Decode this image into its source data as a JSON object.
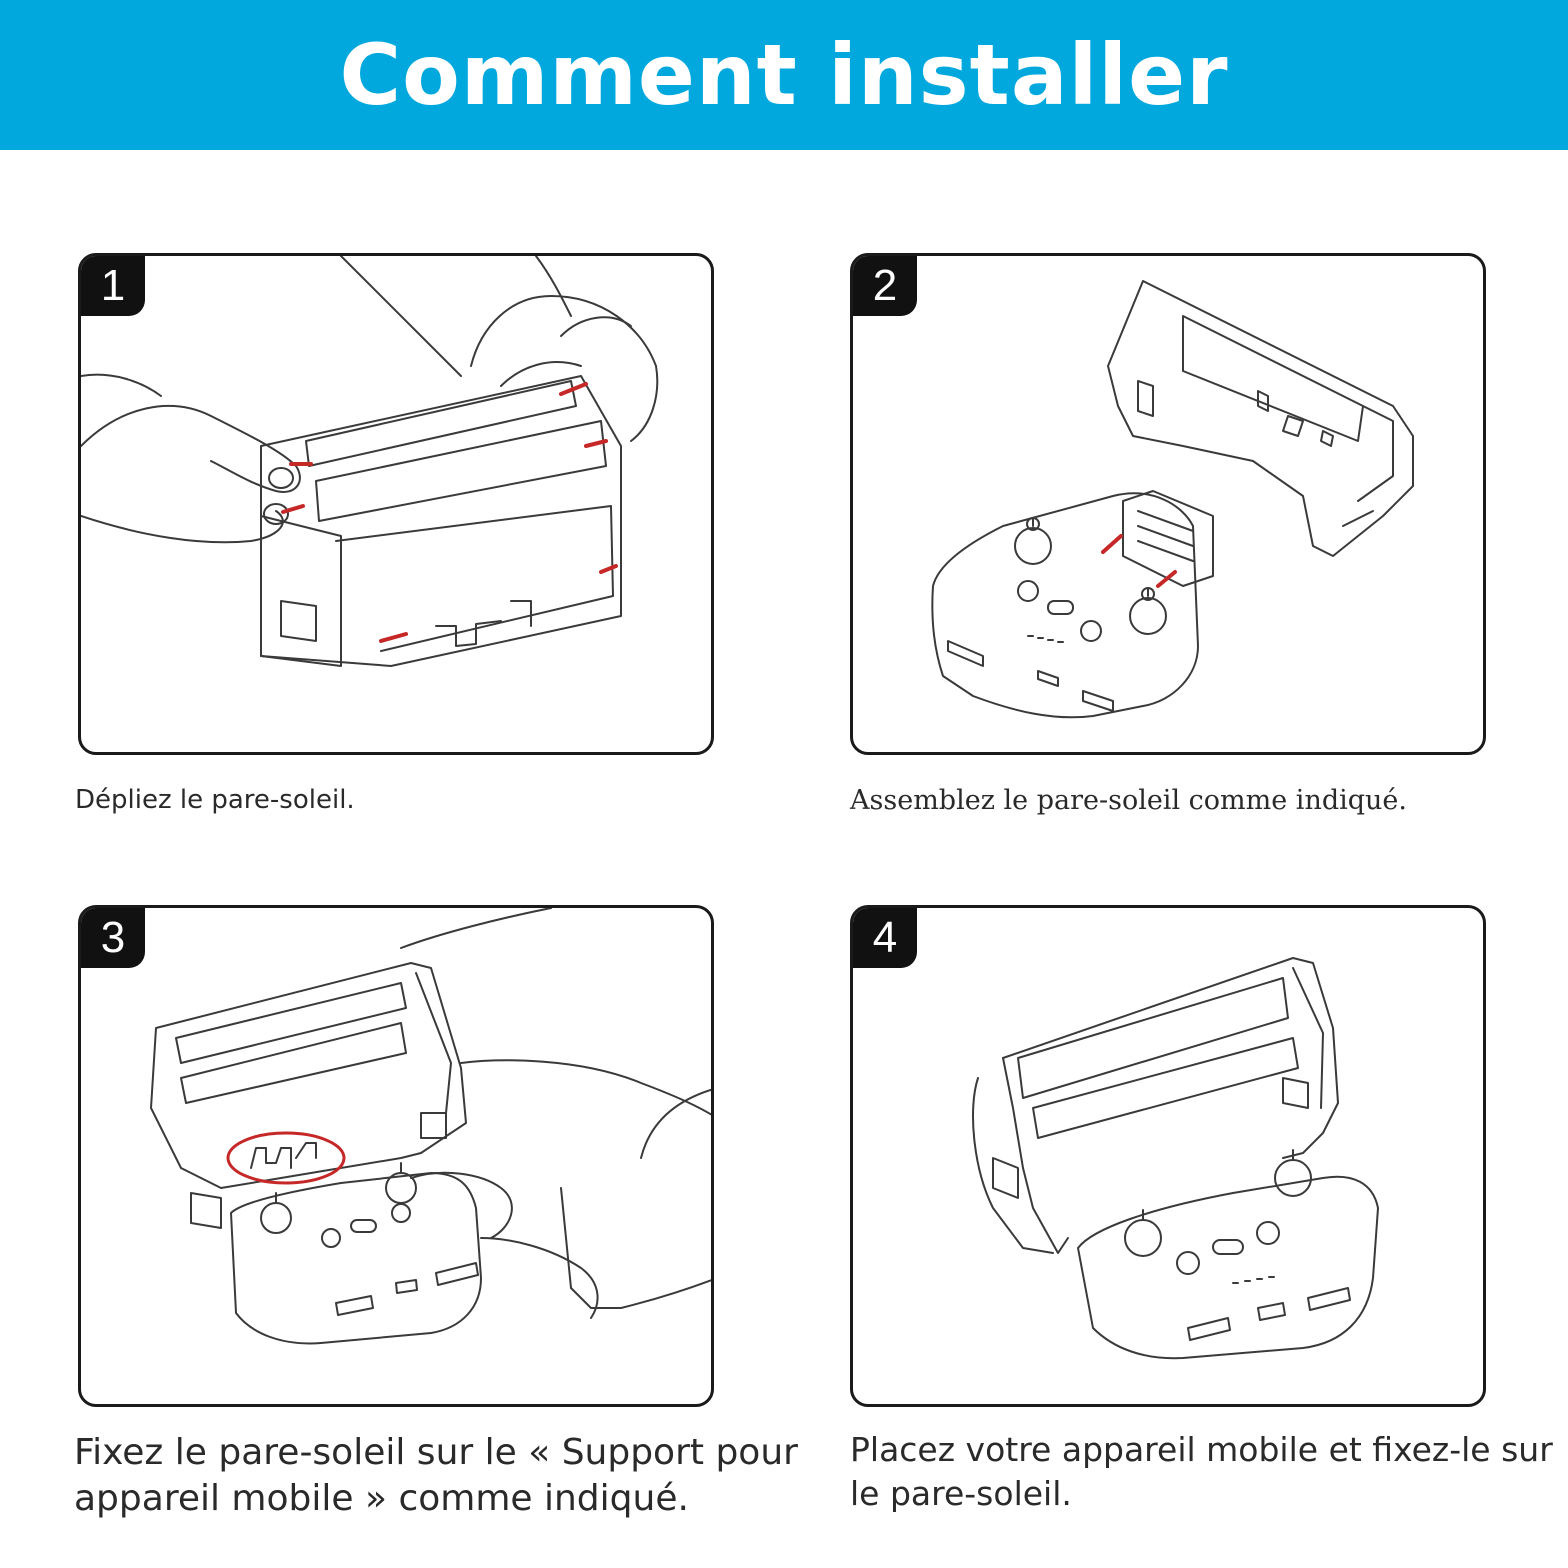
{
  "header": {
    "title": "Comment installer"
  },
  "steps": [
    {
      "number": "1",
      "caption": "Dépliez le pare-soleil."
    },
    {
      "number": "2",
      "caption": "Assemblez le pare-soleil comme indiqué."
    },
    {
      "number": "3",
      "caption": "Fixez le pare-soleil sur le « Support pour appareil mobile » comme indiqué."
    },
    {
      "number": "4",
      "caption": "Placez votre appareil mobile et fixez-le sur le pare-soleil."
    }
  ],
  "colors": {
    "header_bg": "#00a8de",
    "arrow": "#c62828",
    "line": "#3a3a3a"
  }
}
